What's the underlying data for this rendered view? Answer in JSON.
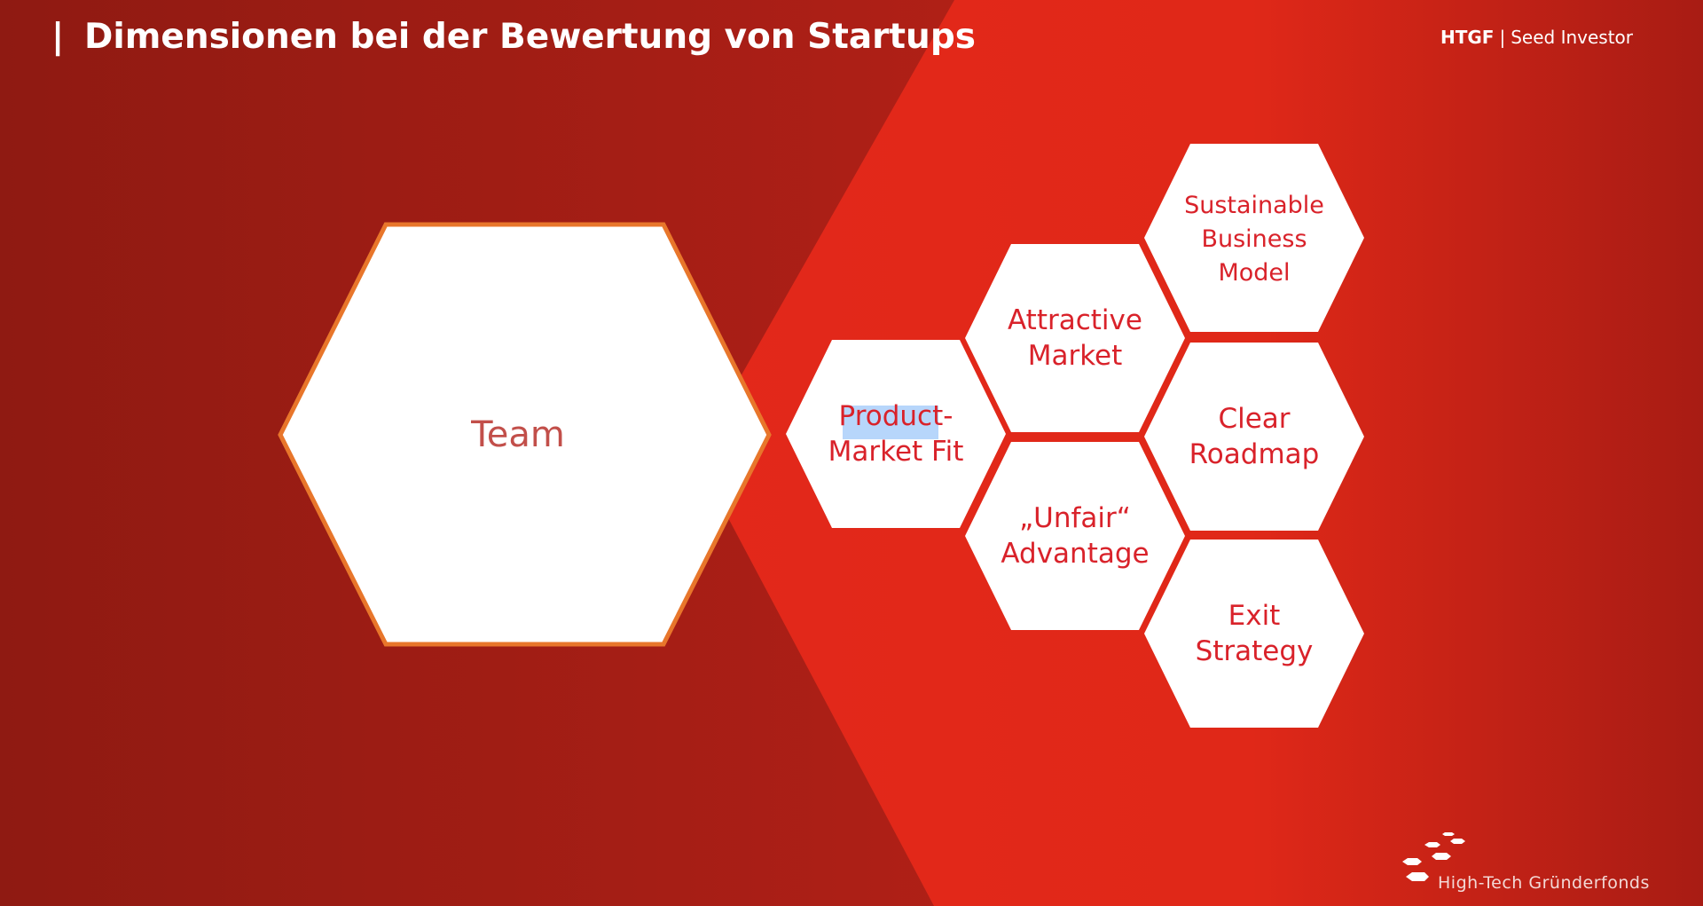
{
  "header": {
    "title": "Dimensionen bei der Bewertung von Startups",
    "title_bar": "|",
    "brand": "HTGF",
    "brand_separator": "|",
    "brand_subtitle": "Seed Investor"
  },
  "diagram": {
    "main": {
      "label": "Team"
    },
    "dimensions": [
      {
        "lines": [
          "Product-",
          "Market Fit"
        ],
        "selected_text": "Product"
      },
      {
        "lines": [
          "Attractive",
          "Market"
        ]
      },
      {
        "lines": [
          "„Unfair“",
          "Advantage"
        ]
      },
      {
        "lines": [
          "Sustainable",
          "Business",
          "Model"
        ]
      },
      {
        "lines": [
          "Clear",
          "Roadmap"
        ]
      },
      {
        "lines": [
          "Exit",
          "Strategy"
        ]
      }
    ]
  },
  "footer": {
    "logo_text": "High-Tech Gründerfonds"
  },
  "colors": {
    "dark_red": "#8f1a12",
    "bright_red": "#e3281a",
    "hex_text": "#d9222a",
    "team_border": "#e8762b",
    "selection": "#b7d6fb"
  }
}
